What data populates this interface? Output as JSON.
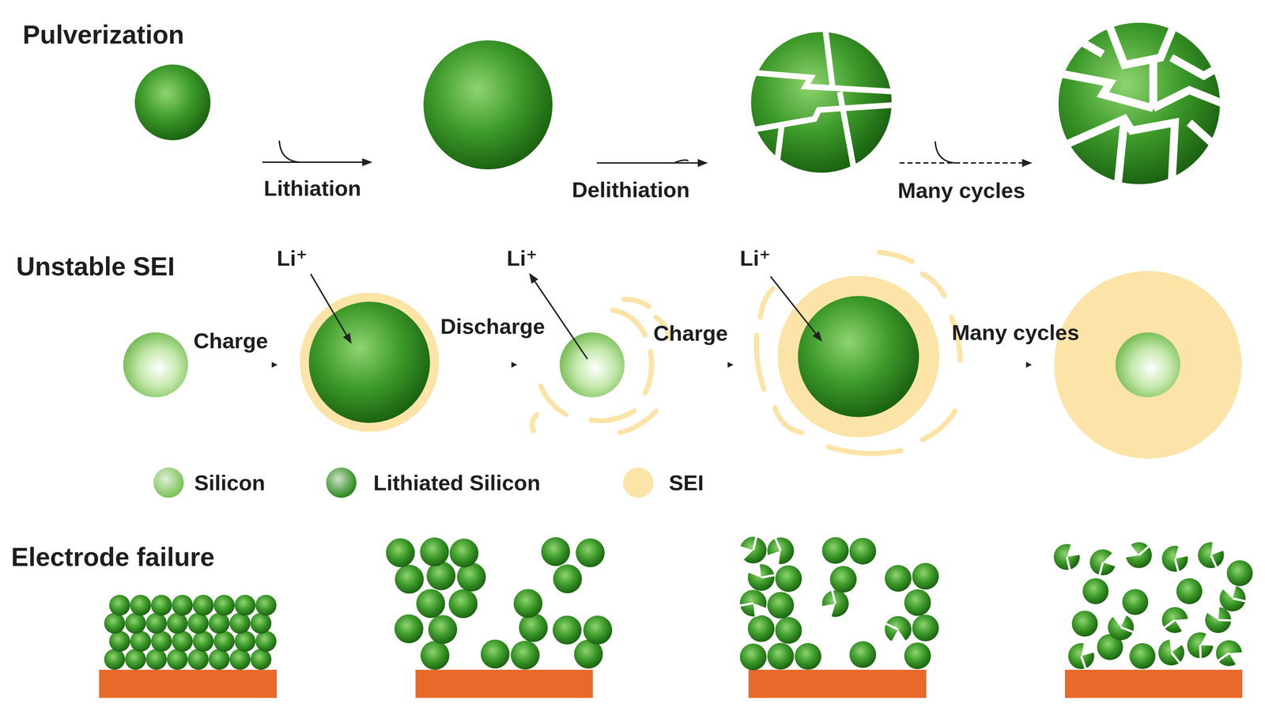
{
  "diagram": {
    "labels": [
      "Pulverization",
      "Lithiation",
      "Delithiation",
      "Many cycles",
      "Unstable SEI",
      "Li⁺",
      "Charge",
      "Li⁺",
      "Discharge",
      "Charge",
      "Li⁺",
      "Many cycles",
      "Electrode failure"
    ],
    "legend": [
      {
        "text": "Silicon",
        "color": "#7cc35a"
      },
      {
        "text": "Lithiated Silicon",
        "color": "#2e8b1f"
      },
      {
        "text": "SEI",
        "color": "#fce4a8"
      }
    ]
  }
}
